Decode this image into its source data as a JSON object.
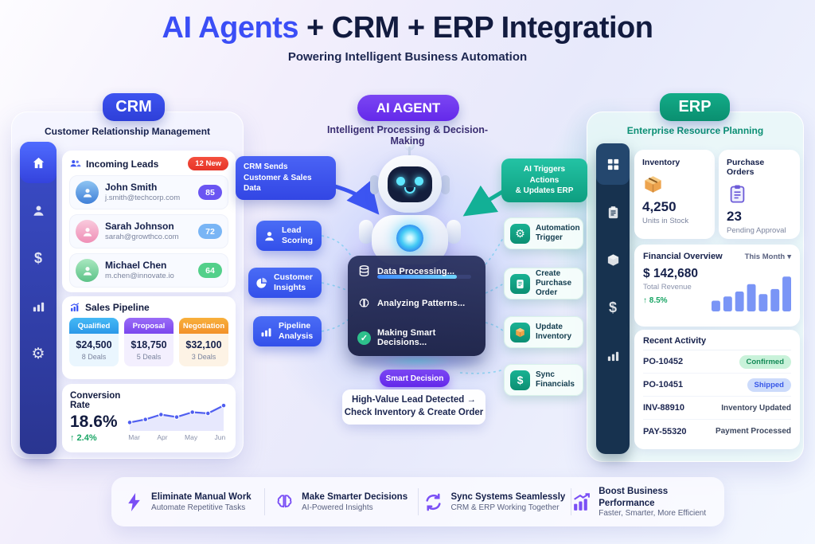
{
  "header": {
    "title_accent": "AI Agents",
    "title_rest": " + CRM + ERP Integration",
    "subtitle": "Powering Intelligent Business Automation"
  },
  "crm": {
    "badge": "CRM",
    "subtitle": "Customer Relationship Management",
    "sidebar_icons": [
      "home",
      "user",
      "dollar",
      "bar-chart",
      "gear"
    ],
    "leads": {
      "title": "Incoming Leads",
      "badge": "12 New",
      "items": [
        {
          "name": "John Smith",
          "email": "j.smith@techcorp.com",
          "score": "85"
        },
        {
          "name": "Sarah Johnson",
          "email": "sarah@growthco.com",
          "score": "72"
        },
        {
          "name": "Michael Chen",
          "email": "m.chen@innovate.io",
          "score": "64"
        }
      ]
    },
    "pipeline": {
      "title": "Sales Pipeline",
      "stages": [
        {
          "label": "Qualified",
          "value": "$24,500",
          "deals": "8 Deals",
          "color": "#2b98e8"
        },
        {
          "label": "Proposal",
          "value": "$18,750",
          "deals": "5 Deals",
          "color": "#7b46ee"
        },
        {
          "label": "Negotiation",
          "value": "$32,100",
          "deals": "3 Deals",
          "color": "#f2912a"
        }
      ]
    },
    "conversion": {
      "title": "Conversion Rate",
      "value": "18.6%",
      "delta": "↑ 2.4%",
      "months": [
        "Mar",
        "Apr",
        "May",
        "Jun"
      ]
    }
  },
  "ai": {
    "badge": "AI AGENT",
    "subtitle": "Intelligent Processing & Decision-Making",
    "input_label_line1": "CRM Sends",
    "input_label_line2": "Customer & Sales Data",
    "output_label_line1": "AI Triggers Actions",
    "output_label_line2": "& Updates ERP",
    "functions": [
      {
        "icon": "user",
        "label": "Lead Scoring"
      },
      {
        "icon": "pie-chart",
        "label": "Customer Insights"
      },
      {
        "icon": "bar-chart",
        "label": "Pipeline Analysis"
      }
    ],
    "processing": [
      {
        "icon": "database",
        "label": "Data Processing...",
        "progress": 85
      },
      {
        "icon": "brain",
        "label": "Analyzing Patterns..."
      },
      {
        "icon": "check",
        "label": "Making Smart Decisions..."
      }
    ],
    "actions": [
      {
        "icon": "gear",
        "label": "Automation Trigger"
      },
      {
        "icon": "document",
        "label": "Create Purchase Order"
      },
      {
        "icon": "cube",
        "label": "Update Inventory"
      },
      {
        "icon": "dollar",
        "label": "Sync Financials"
      }
    ],
    "smart_decision_badge": "Smart Decision",
    "decision_line1": "High-Value Lead Detected →",
    "decision_line2": "Check Inventory & Create Order"
  },
  "erp": {
    "badge": "ERP",
    "subtitle": "Enterprise Resource Planning",
    "sidebar_icons": [
      "grid",
      "clipboard",
      "cube",
      "dollar",
      "bar-chart"
    ],
    "inventory": {
      "title": "Inventory",
      "value": "4,250",
      "label": "Units in Stock",
      "icon": "package"
    },
    "purchase_orders": {
      "title": "Purchase Orders",
      "value": "23",
      "label": "Pending Approval",
      "icon": "clipboard"
    },
    "financial": {
      "title": "Financial Overview",
      "period": "This Month",
      "value": "$ 142,680",
      "label": "Total Revenue",
      "delta": "↑ 8.5%"
    },
    "activity": {
      "title": "Recent Activity",
      "rows": [
        {
          "id": "PO-10452",
          "status": "Confirmed",
          "style": "green-badge"
        },
        {
          "id": "PO-10451",
          "status": "Shipped",
          "style": "blue-badge"
        },
        {
          "id": "INV-88910",
          "status": "Inventory Updated",
          "style": "plain"
        },
        {
          "id": "PAY-55320",
          "status": "Payment Processed",
          "style": "plain"
        }
      ]
    }
  },
  "footer": {
    "items": [
      {
        "icon": "lightning",
        "title": "Eliminate Manual Work",
        "subtitle": "Automate Repetitive Tasks"
      },
      {
        "icon": "brain",
        "title": "Make Smarter Decisions",
        "subtitle": "AI-Powered Insights"
      },
      {
        "icon": "sync",
        "title": "Sync Systems Seamlessly",
        "subtitle": "CRM & ERP Working Together"
      },
      {
        "icon": "trend-up",
        "title": "Boost Business Performance",
        "subtitle": "Faster, Smarter, More Efficient"
      }
    ]
  },
  "colors": {
    "accent_blue": "#3b4ef6",
    "purple": "#6d3bf0",
    "teal": "#10ac8d",
    "red": "#ee4433",
    "navy": "#121b3f",
    "green": "#18a564"
  },
  "chart_data": [
    {
      "type": "line",
      "name": "conversion_rate",
      "title": "Conversion Rate",
      "x_labels": [
        "Mar",
        "Apr",
        "May",
        "Jun"
      ],
      "values": [
        20,
        30,
        46,
        38,
        54,
        50,
        76
      ],
      "color": "#4f5ef0",
      "grid": false,
      "legend": "none"
    },
    {
      "type": "bar",
      "name": "revenue",
      "title": "Financial Overview — Total Revenue",
      "values": [
        26,
        36,
        48,
        66,
        42,
        54,
        84
      ],
      "color": "#6b8af5",
      "grid": false,
      "legend": "none"
    }
  ]
}
